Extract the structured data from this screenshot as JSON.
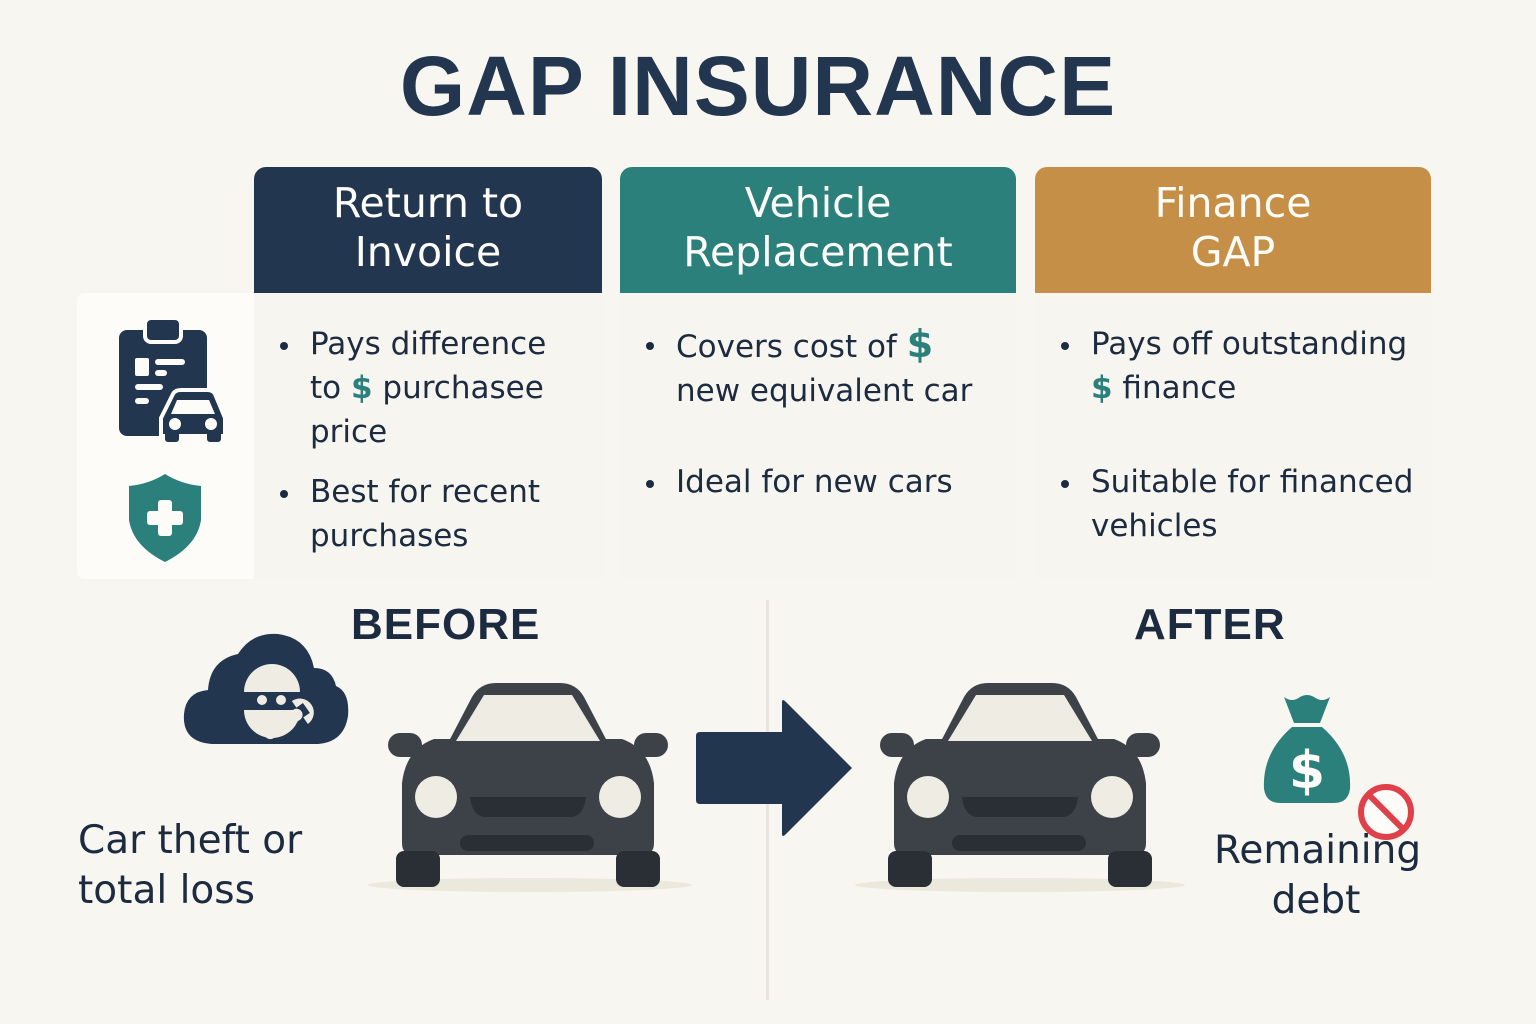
{
  "title": "GAP INSURANCE",
  "colors": {
    "navy": "#22364f",
    "teal": "#2b807c",
    "gold": "#c68f47",
    "background": "#f8f6f0",
    "car": "#3d4249",
    "prohibit_red": "#e0404a"
  },
  "columns": [
    {
      "header_line1": "Return to",
      "header_line2": "Invoice",
      "bullets": [
        {
          "before": "Pays difference",
          "line2_pre": "to ",
          "icon": "dollar-icon",
          "line2_post": " purchasee",
          "line3": "price"
        },
        {
          "text": "Best for recent\npurchases"
        }
      ]
    },
    {
      "header_line1": "Vehicle",
      "header_line2": "Replacement",
      "bullets": [
        {
          "line1_pre": "Covers cost of ",
          "icon": "dollar-icon",
          "line2": "new equivalent car"
        },
        {
          "text": "Ideal for new cars"
        }
      ]
    },
    {
      "header_line1": "Finance",
      "header_line2": "GAP",
      "bullets": [
        {
          "line1": "Pays off outstanding",
          "icon": "dollar-icon",
          "line2_post": " finance"
        },
        {
          "text": "Suitable for financed\nvehicles"
        }
      ]
    }
  ],
  "dollar_symbol": "$",
  "side_icons": [
    "clipboard-car-icon",
    "shield-plus-icon"
  ],
  "before": {
    "label": "BEFORE",
    "caption": "Car theft or\ntotal loss",
    "icons": [
      "thief-cloud-icon",
      "car-icon"
    ]
  },
  "after": {
    "label": "AFTER",
    "caption": "Remaining\ndebt",
    "icons": [
      "car-icon",
      "money-bag-icon",
      "prohibited-icon"
    ]
  },
  "transition_icon": "arrow-right-icon"
}
